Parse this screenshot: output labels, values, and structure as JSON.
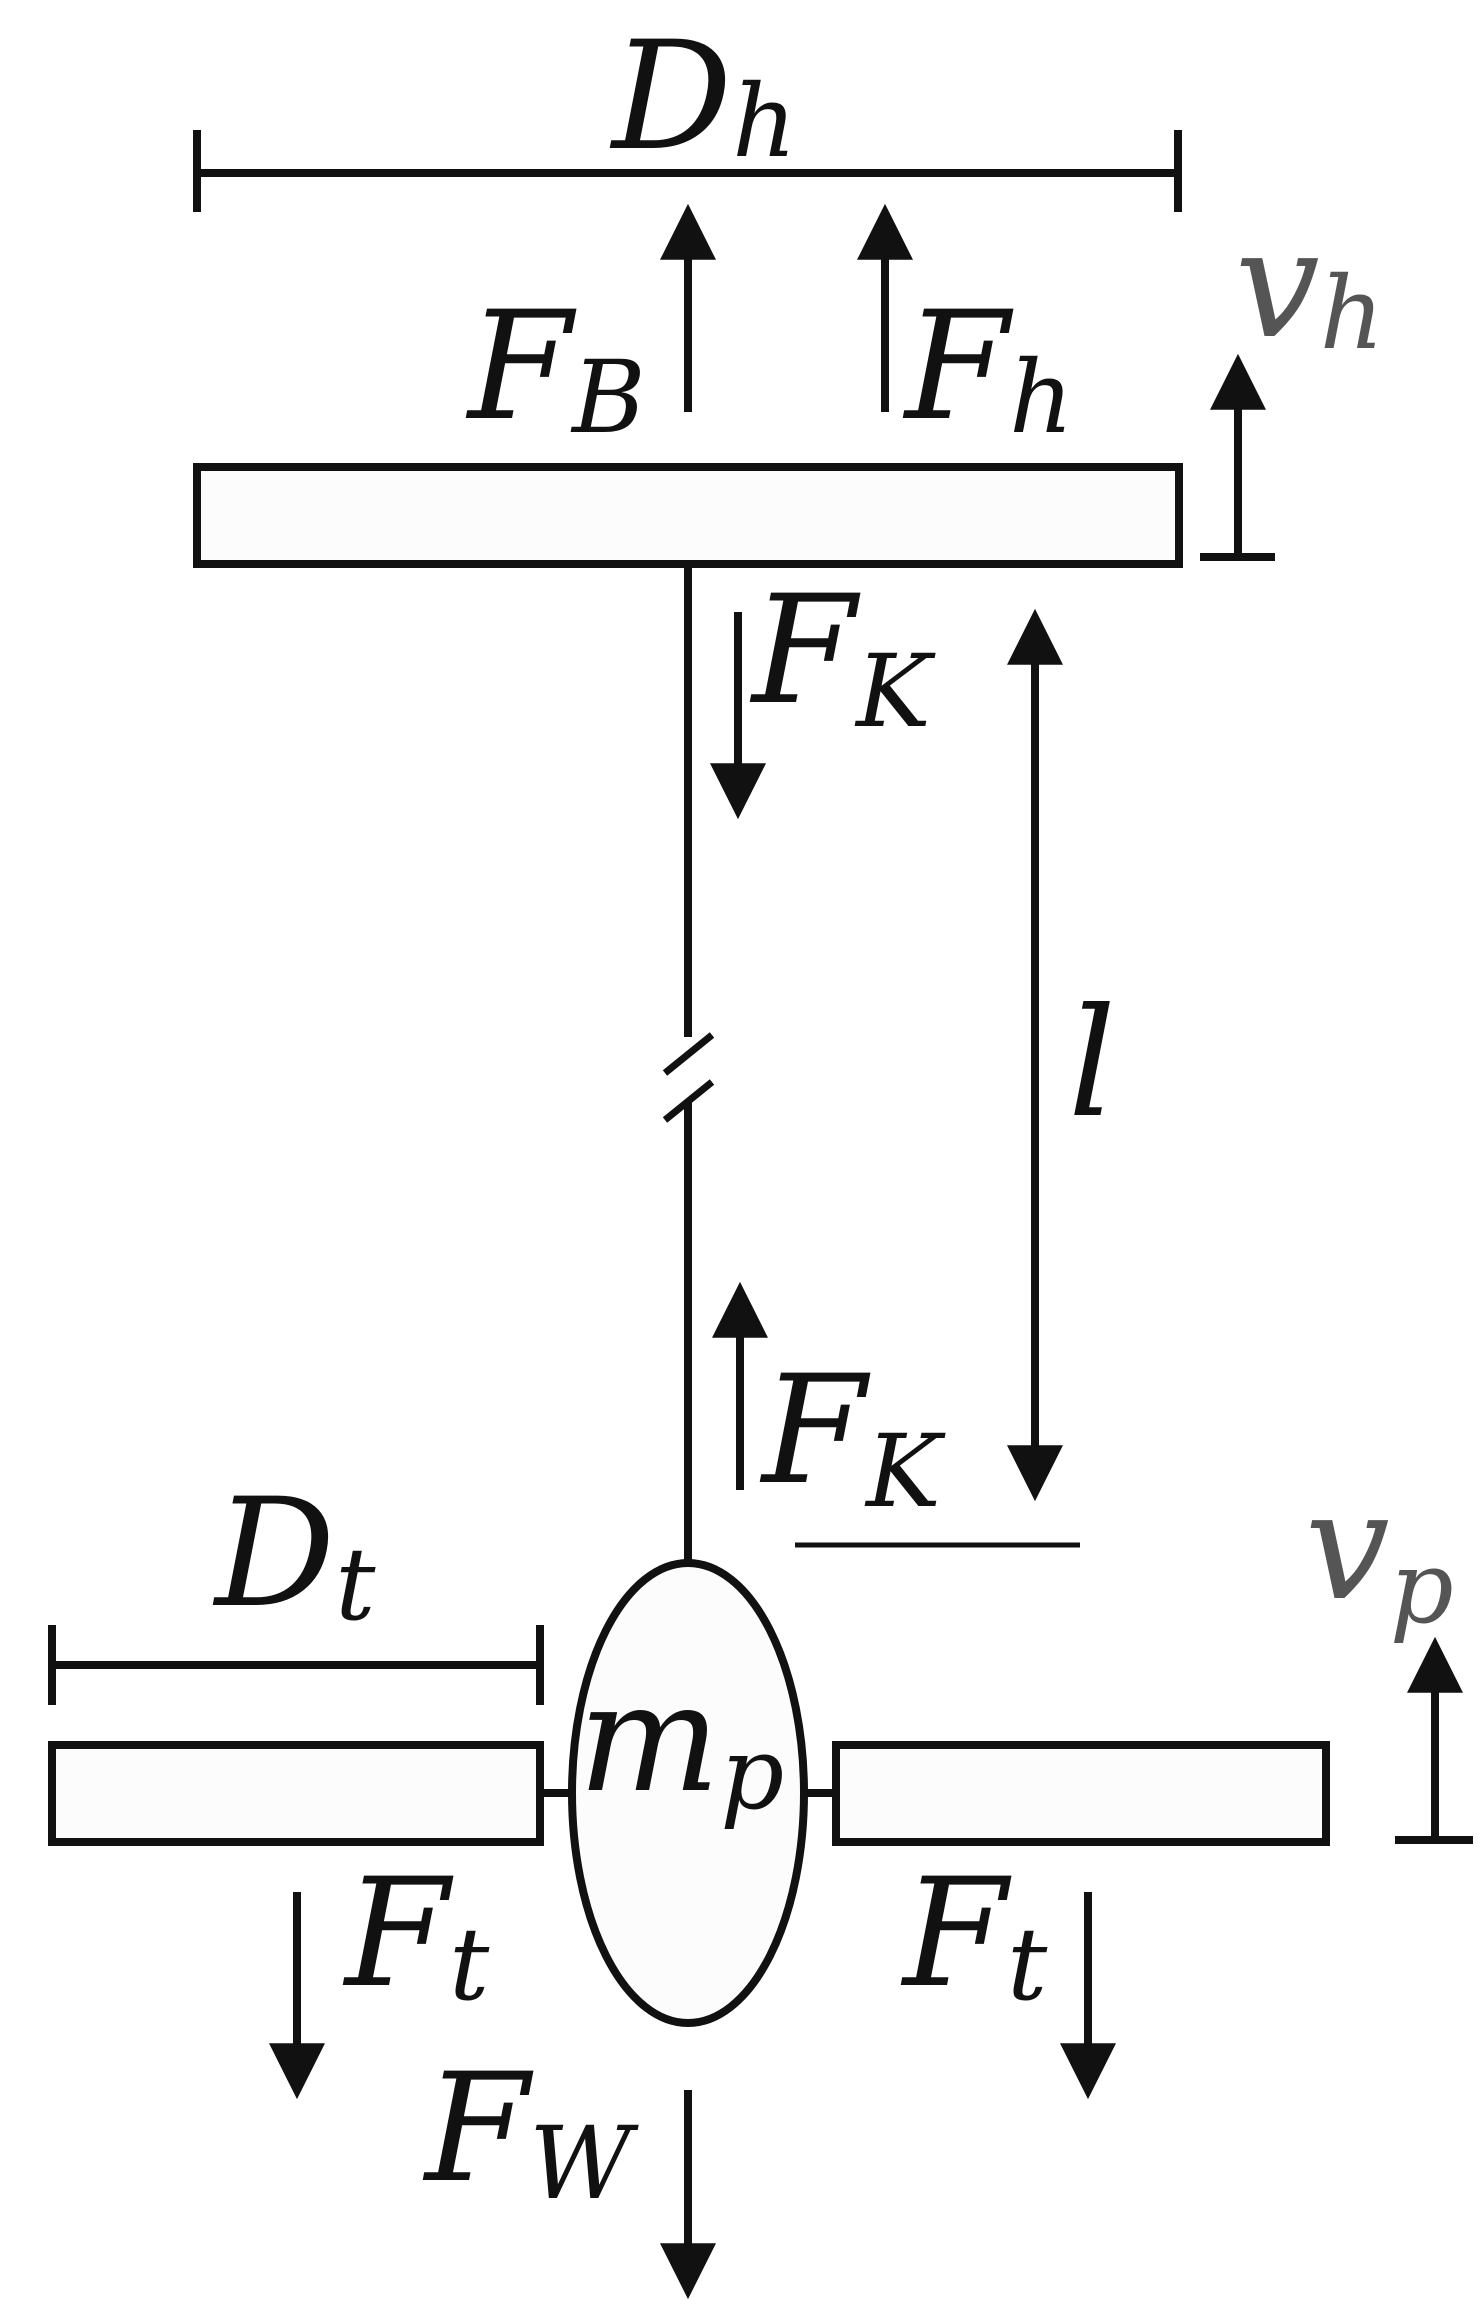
{
  "labels": {
    "Dh": {
      "main": "D",
      "sub": "h"
    },
    "FB": {
      "main": "F",
      "sub": "B"
    },
    "Fh": {
      "main": "F",
      "sub": "h"
    },
    "vh": {
      "main": "v",
      "sub": "h"
    },
    "FK_top": {
      "main": "F",
      "sub": "K"
    },
    "l": {
      "main": "l"
    },
    "FK_bottom": {
      "main": "F",
      "sub": "K"
    },
    "Dt": {
      "main": "D",
      "sub": "t"
    },
    "vp": {
      "main": "v",
      "sub": "p"
    },
    "mp": {
      "main": "m",
      "sub": "p"
    },
    "Ft_left": {
      "main": "F",
      "sub": "t"
    },
    "Ft_right": {
      "main": "F",
      "sub": "t"
    },
    "FW": {
      "main": "F",
      "sub": "W"
    }
  },
  "colors": {
    "stroke": "#111111",
    "fill": "#fcfcfc",
    "muted": "#555555"
  }
}
